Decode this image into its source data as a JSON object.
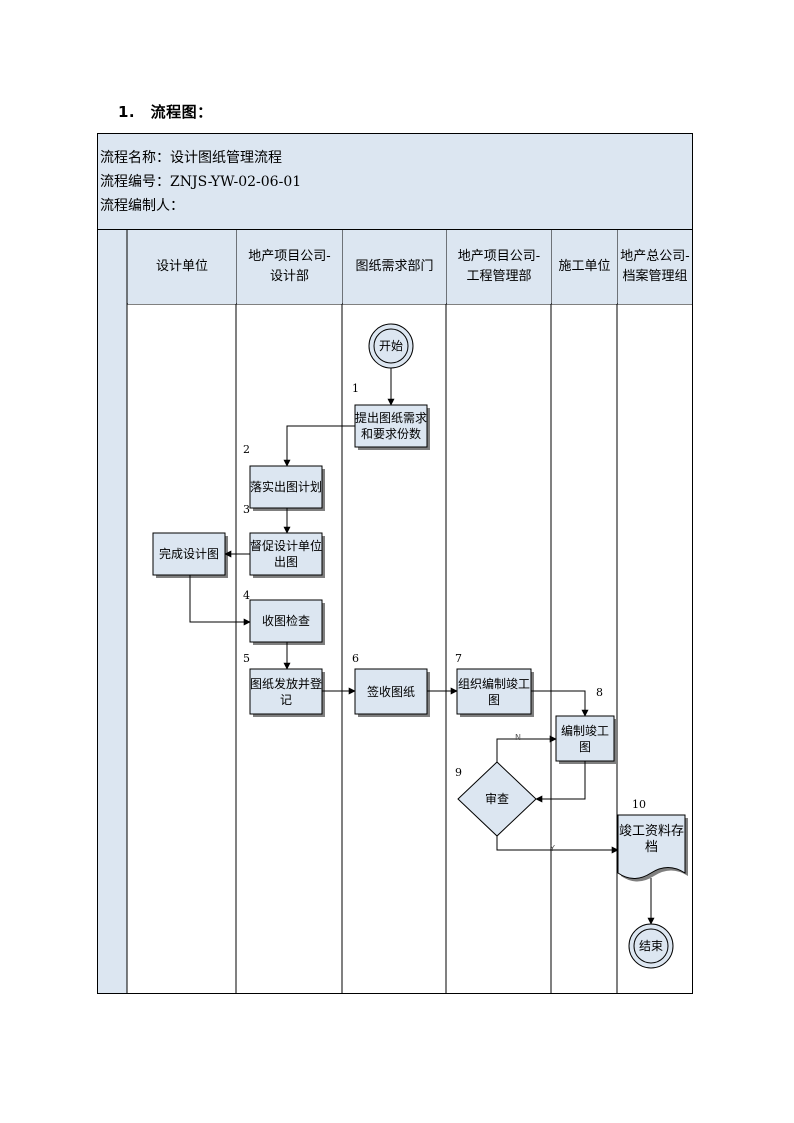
{
  "section_title": "1.　流程图：",
  "info": {
    "name_line": "流程名称：设计图纸管理流程",
    "code_line": "流程编号：ZNJS-YW-02-06-01",
    "author_line": "流程编制人："
  },
  "lanes": [
    {
      "label": "设计单位"
    },
    {
      "label": "地产项目公司-\n设计部"
    },
    {
      "label": "图纸需求部门"
    },
    {
      "label": "地产项目公司-\n工程管理部"
    },
    {
      "label": "施工单位"
    },
    {
      "label": "地产总公司-\n档案管理组"
    }
  ],
  "nodes": {
    "start": "开始",
    "n1": "提出图纸需求\n和要求份数",
    "n2": "落实出图计划",
    "n3": "督促设计单位\n出图",
    "design_done": "完成设计图",
    "n4": "收图检查",
    "n5": "图纸发放并登\n记",
    "n6": "签收图纸",
    "n7": "组织编制竣工\n图",
    "n8": "编制竣工图",
    "n9": "审查",
    "n10": "竣工资料存\n档",
    "end": "结束"
  },
  "step_numbers": {
    "s1": "1",
    "s2": "2",
    "s3": "3",
    "s4": "4",
    "s5": "5",
    "s6": "6",
    "s7": "7",
    "s8": "8",
    "s9": "9",
    "s10": "10"
  },
  "edge_labels": {
    "no": "N",
    "yes": "Y"
  },
  "colors": {
    "header_fill": "#dce6f1",
    "box_fill": "#dce6f1",
    "box_border": "#000000",
    "shadow": "#7f7f7f"
  }
}
